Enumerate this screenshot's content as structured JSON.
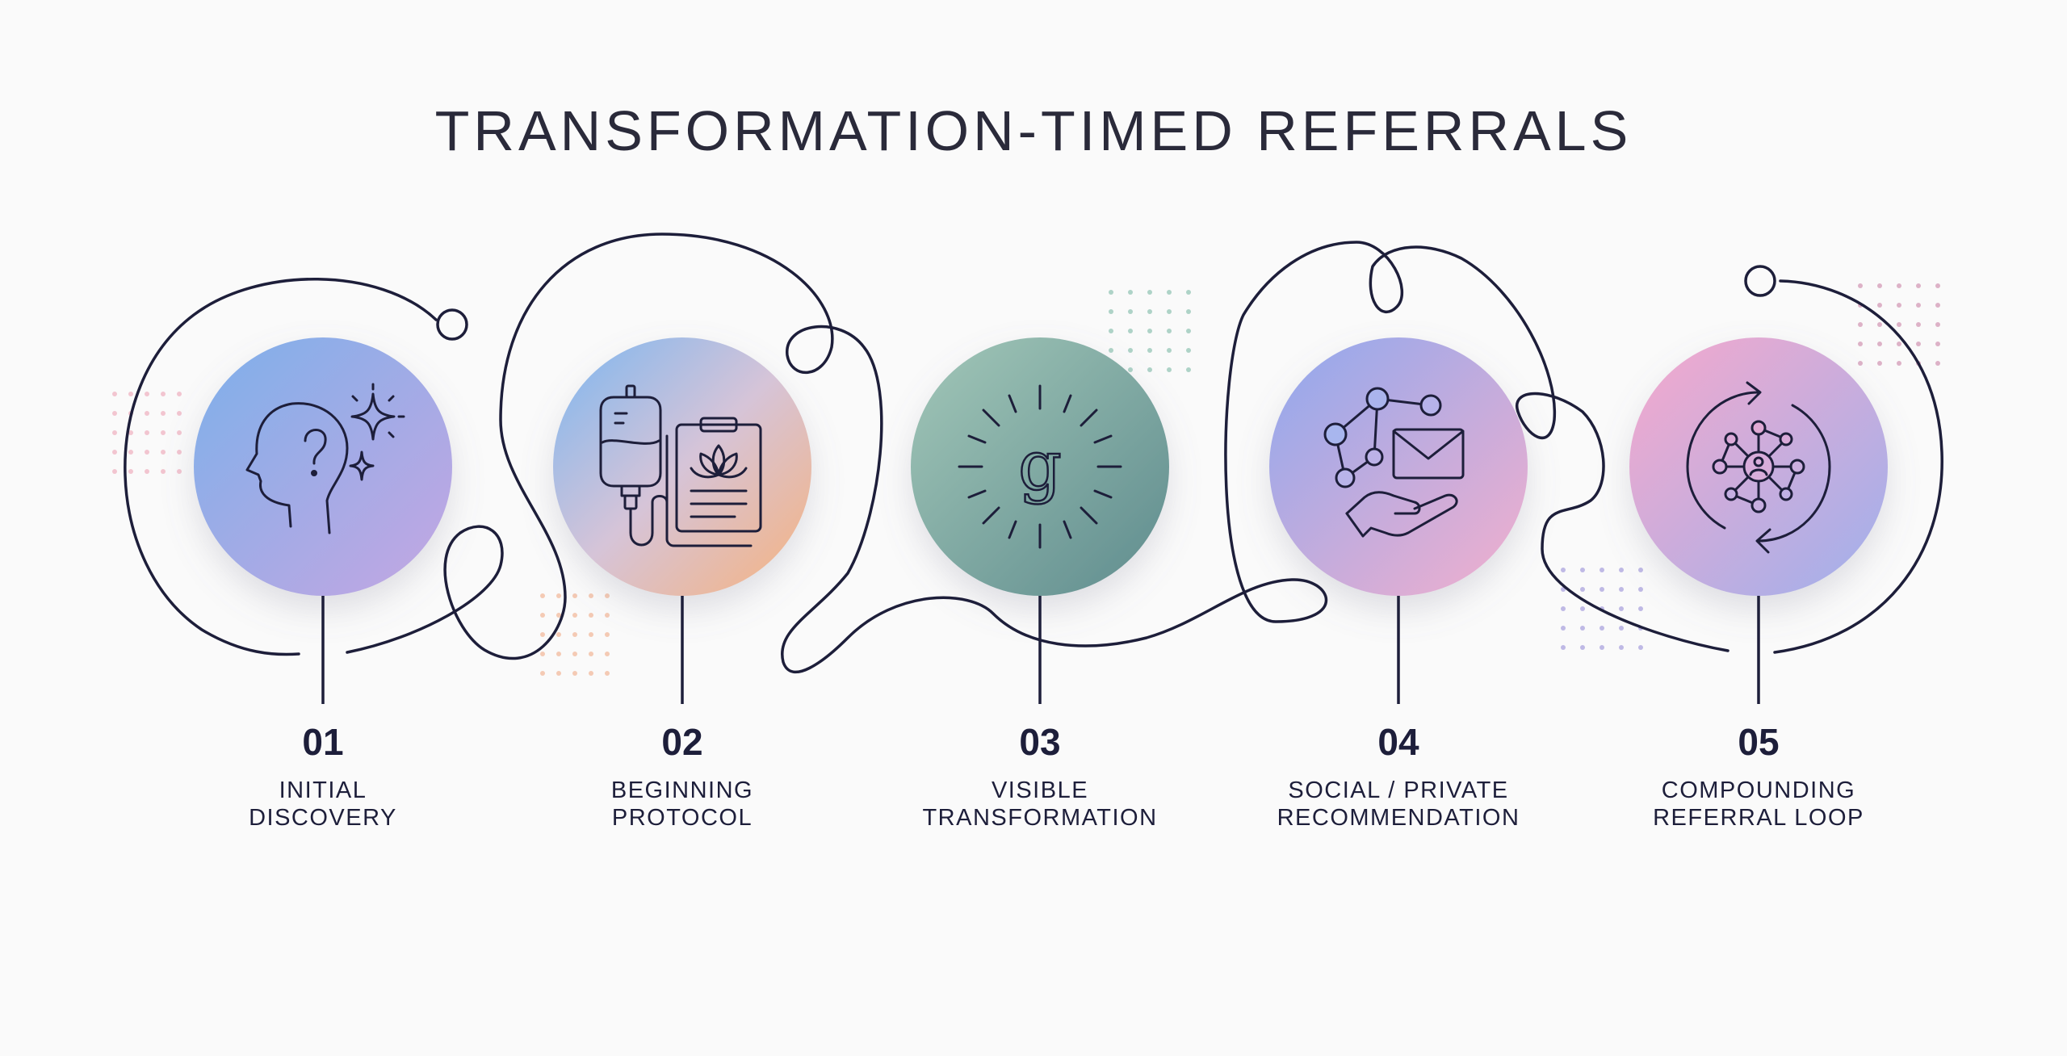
{
  "title": "TRANSFORMATION-TIMED REFERRALS",
  "steps": [
    {
      "number": "01",
      "line1": "INITIAL",
      "line2": "DISCOVERY",
      "icon": "head-question-sparkle-icon"
    },
    {
      "number": "02",
      "line1": "BEGINNING",
      "line2": "PROTOCOL",
      "icon": "iv-bag-clipboard-lotus-icon"
    },
    {
      "number": "03",
      "line1": "VISIBLE",
      "line2": "TRANSFORMATION",
      "icon": "radiant-g-logo-icon"
    },
    {
      "number": "04",
      "line1": "SOCIAL / PRIVATE",
      "line2": "RECOMMENDATION",
      "icon": "network-envelope-hand-icon"
    },
    {
      "number": "05",
      "line1": "COMPOUNDING",
      "line2": "REFERRAL LOOP",
      "icon": "network-cycle-arrows-icon"
    }
  ],
  "colors": {
    "line": "#1d1e3a",
    "circle1": [
      "#7db0ea",
      "#c5a6e2"
    ],
    "circle2": [
      "#7cb6ef",
      "#f6b27e"
    ],
    "circle3": [
      "#97c0b4",
      "#5f8c8e"
    ],
    "circle4": [
      "#8fa8ee",
      "#f3afcd"
    ],
    "circle5": [
      "#f6a9cc",
      "#9fb0ec"
    ]
  }
}
